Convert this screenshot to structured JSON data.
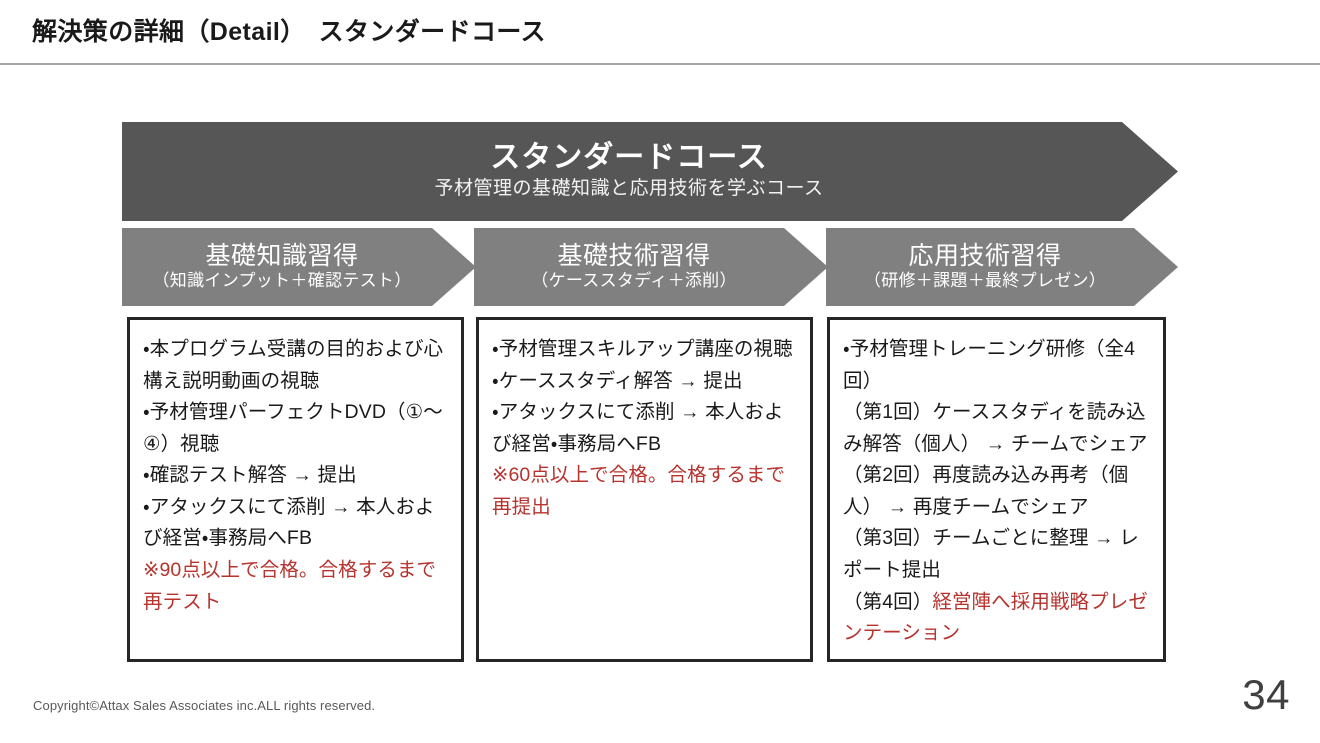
{
  "header": {
    "title": "解決策の詳細（Detail）　スタンダードコース",
    "rule_color": "#a6a6a6"
  },
  "banner": {
    "title": "スタンダードコース",
    "subtitle": "予材管理の基礎知識と応用技術を学ぶコース",
    "fill_color": "#565656",
    "text_color": "#ffffff"
  },
  "stages": [
    {
      "name": "基礎知識習得",
      "sub": "（知識インプット＋確認テスト）",
      "fill_color": "#808080"
    },
    {
      "name": "基礎技術習得",
      "sub": "（ケーススタディ＋添削）",
      "fill_color": "#808080"
    },
    {
      "name": "応用技術習得",
      "sub": "（研修＋課題＋最終プレゼン）",
      "fill_color": "#808080"
    }
  ],
  "boxes": [
    {
      "lines": [
        {
          "text": "・本プログラム受講の目的および心構え説明動画の視聴",
          "color": "black"
        },
        {
          "text": "・予材管理パーフェクトDVD（①～④）視聴",
          "color": "black"
        },
        {
          "text": "・確認テスト解答 → 提出",
          "color": "black"
        },
        {
          "text": "・アタックスにて添削 → 本人および経営・事務局へFB",
          "color": "black"
        },
        {
          "text": "※90点以上で合格。合格するまで再テスト",
          "color": "red"
        }
      ]
    },
    {
      "lines": [
        {
          "text": "・予材管理スキルアップ講座の視聴",
          "color": "black"
        },
        {
          "text": "・ケーススタディ解答 → 提出",
          "color": "black"
        },
        {
          "text": "・アタックスにて添削 → 本人および経営・事務局へFB",
          "color": "black"
        },
        {
          "text": "※60点以上で合格。合格するまで再提出",
          "color": "red"
        }
      ]
    },
    {
      "lines": [
        {
          "text": "・予材管理トレーニング研修（全4回）",
          "color": "black"
        },
        {
          "text": "（第1回）ケーススタディを読み込み解答（個人） → チームでシェア",
          "color": "black"
        },
        {
          "text": "（第2回）再度読み込み再考（個人） → 再度チームでシェア",
          "color": "black"
        },
        {
          "text": "（第3回）チームごとに整理 → レポート提出",
          "color": "black"
        },
        {
          "text": "（第4回）",
          "color": "black",
          "tail": "経営陣へ採用戦略プレゼンテーション",
          "tail_color": "red"
        }
      ]
    }
  ],
  "footer": {
    "copyright": "Copyright©Attax Sales Associates inc.ALL rights reserved.",
    "page_number": "34"
  },
  "colors": {
    "accent_red": "#b7332e",
    "dark_gray": "#565656",
    "mid_gray": "#808080",
    "border": "#262626"
  }
}
